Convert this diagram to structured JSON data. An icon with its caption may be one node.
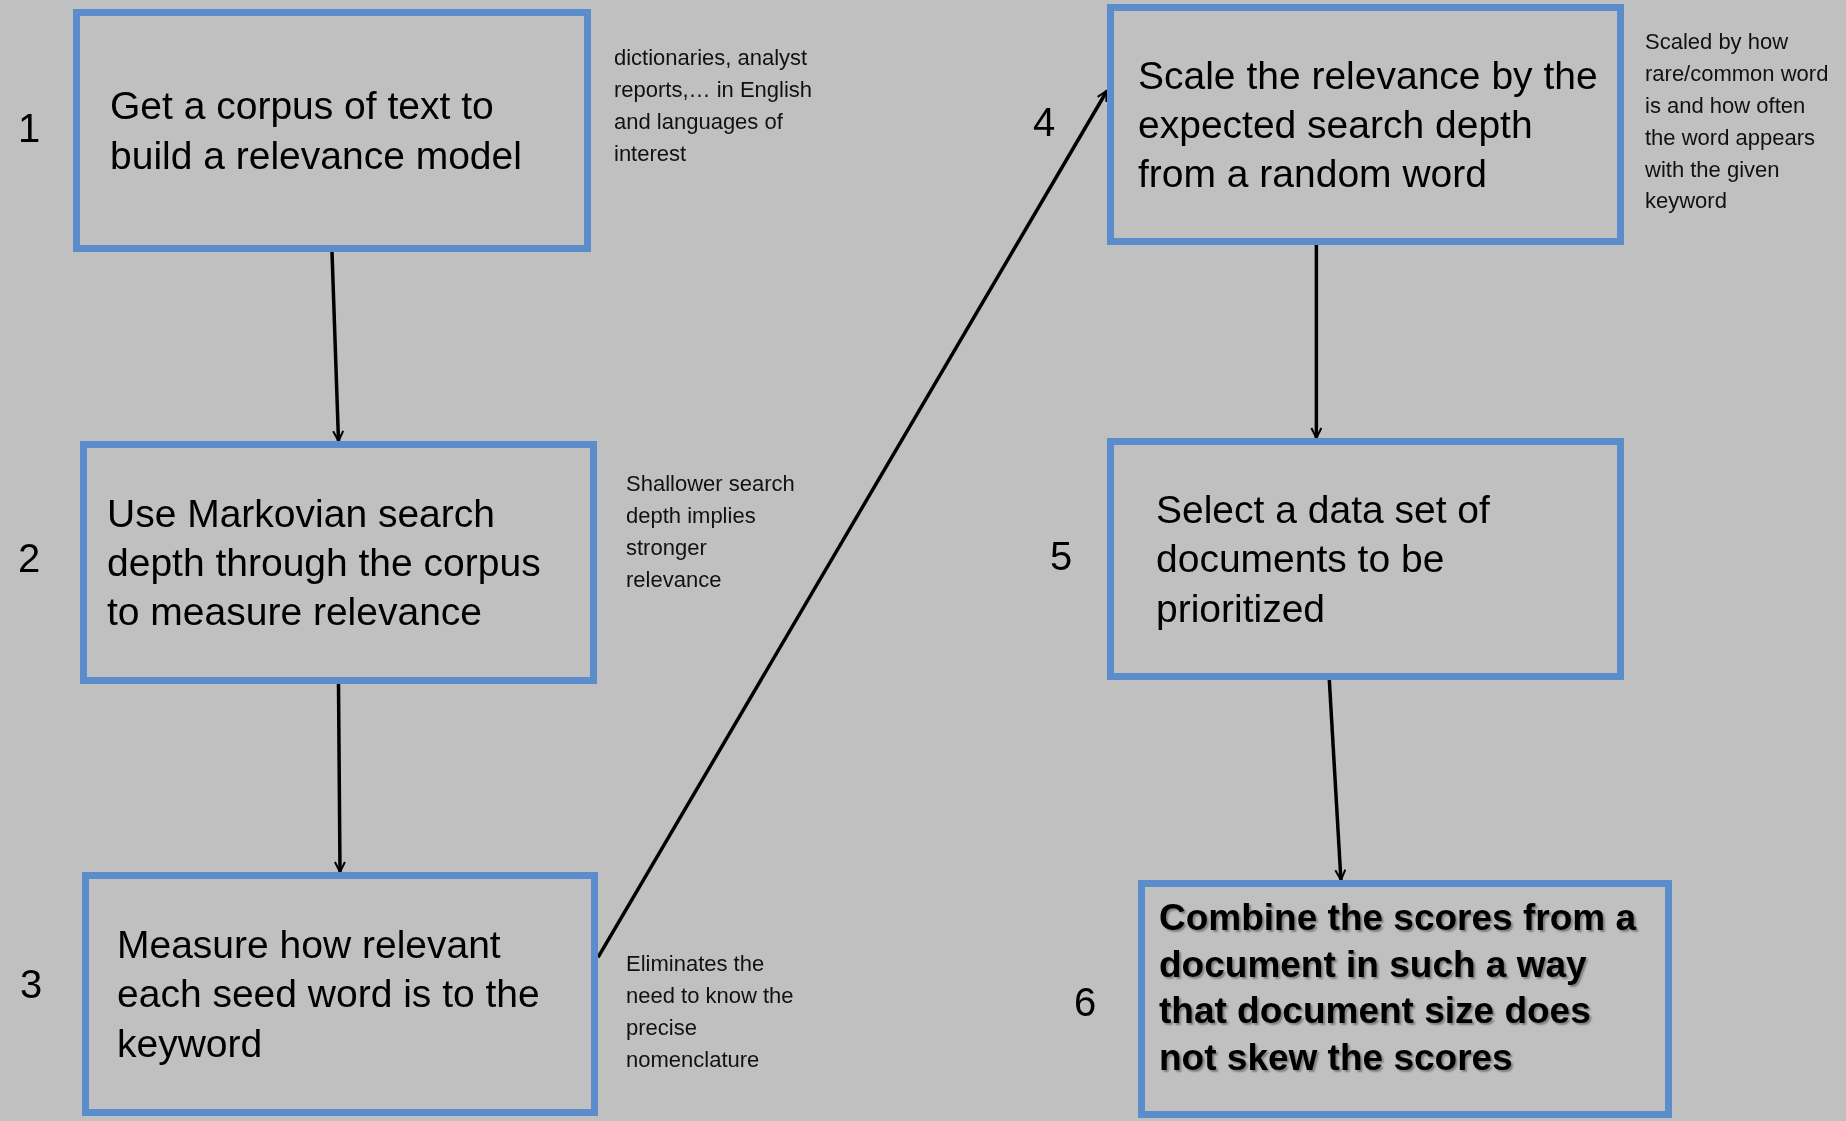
{
  "diagram": {
    "nodes": [
      {
        "text": [
          "Get a corpus of text to build a relevance model"
        ],
        "beside": [
          "dictionaries, analyst reports,… in English and languages of interest"
        ]
      },
      {
        "text": [
          "Use Markovian search depth through the corpus to measure relevance"
        ],
        "beside": [
          "Shallower search depth implies stronger relevance"
        ]
      },
      {
        "text": [
          "Measure how relevant each seed word is to the keyword"
        ],
        "beside": [
          "Eliminates the need to know the precise nomenclature"
        ]
      },
      {
        "text": [
          "Scale the relevance by the expected search depth from a random word"
        ],
        "beside": [
          "Scaled by how rare/common word is and how often the word appears with the given keyword"
        ]
      },
      {
        "text": [
          "Select a data set of documents to be prioritized"
        ]
      },
      {
        "text": [
          "Combine the scores from a document in such a way that document size does not skew the scores"
        ]
      }
    ],
    "edges": [
      {
        "from": 0,
        "to": 1,
        "arrow": "to"
      },
      {
        "from": 1,
        "to": 2,
        "arrow": "to"
      },
      {
        "from": 2,
        "to": 3,
        "arrow": "to"
      },
      {
        "from": 3,
        "to": 4,
        "arrow": "to"
      },
      {
        "from": 4,
        "to": 5,
        "arrow": "to"
      }
    ],
    "labels": [
      "1",
      "4",
      "2",
      "5",
      "3",
      "6"
    ]
  }
}
